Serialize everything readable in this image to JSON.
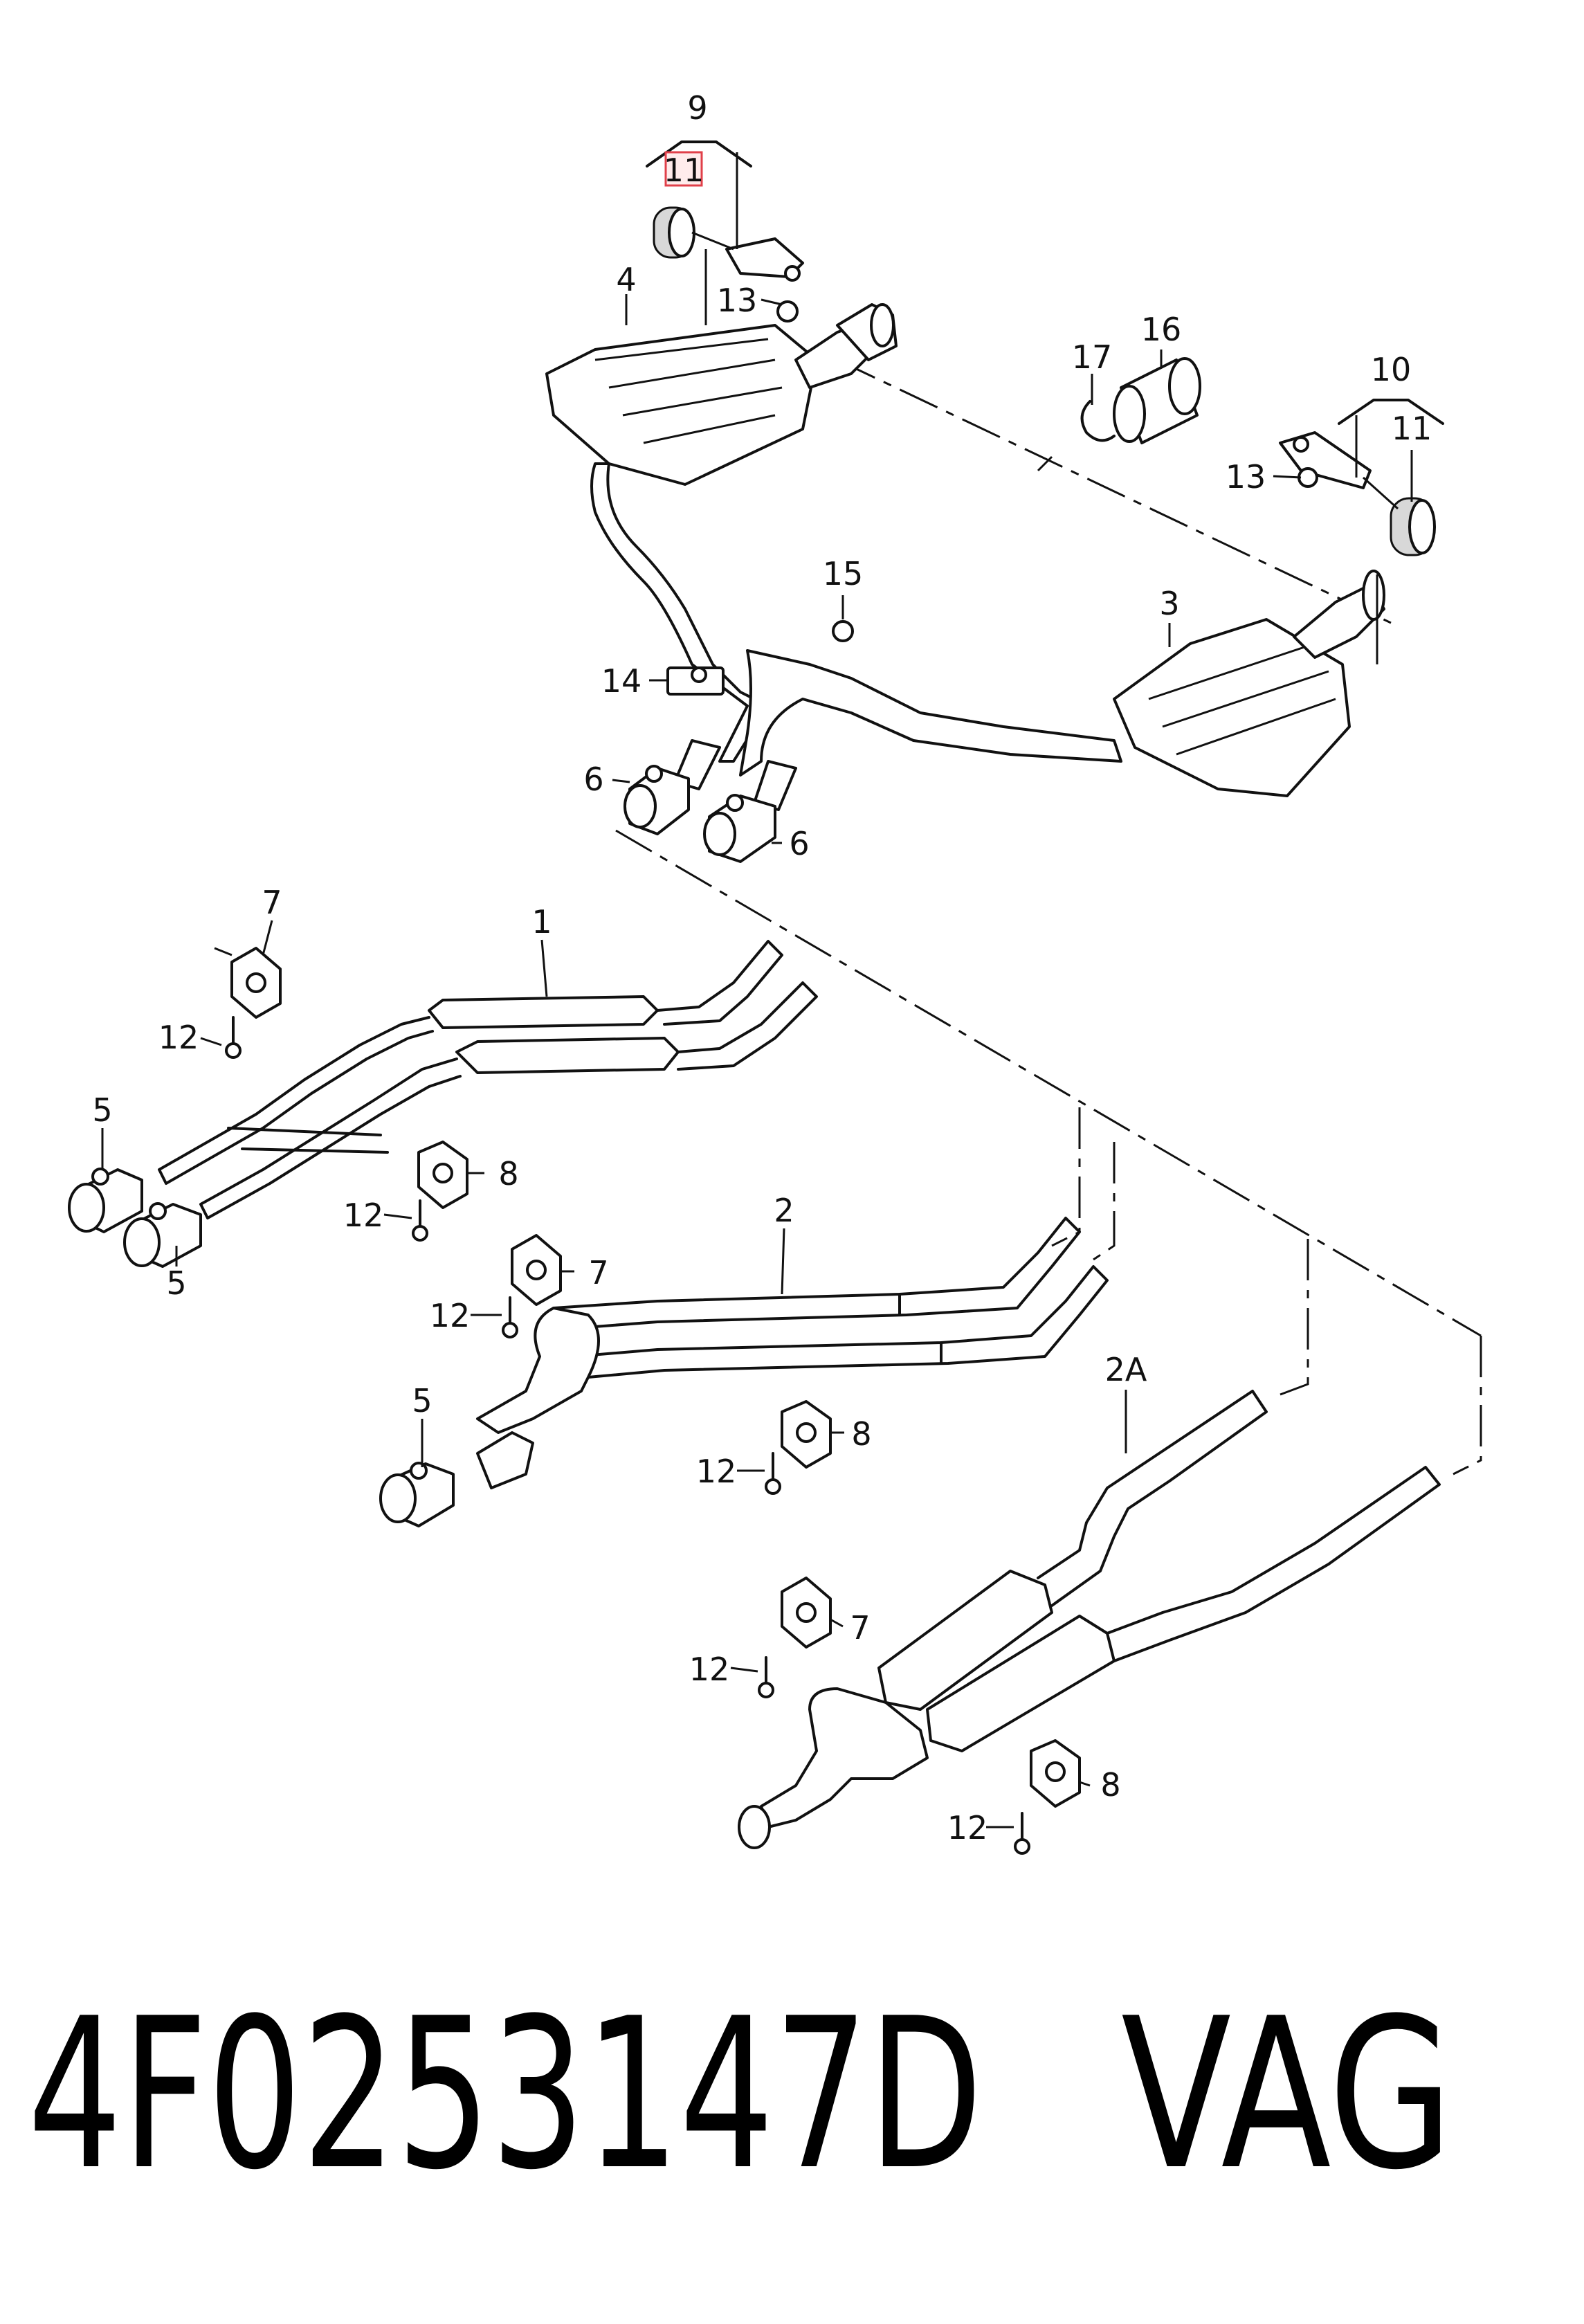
{
  "diagram": {
    "callouts": [
      {
        "id": "c9",
        "text": "9"
      },
      {
        "id": "c11a",
        "text": "11"
      },
      {
        "id": "c4",
        "text": "4"
      },
      {
        "id": "c13a",
        "text": "13"
      },
      {
        "id": "c16",
        "text": "16"
      },
      {
        "id": "c17",
        "text": "17"
      },
      {
        "id": "c10",
        "text": "10"
      },
      {
        "id": "c11b",
        "text": "11"
      },
      {
        "id": "c13b",
        "text": "13"
      },
      {
        "id": "c15",
        "text": "15"
      },
      {
        "id": "c3",
        "text": "3"
      },
      {
        "id": "c14",
        "text": "14"
      },
      {
        "id": "c6a",
        "text": "6"
      },
      {
        "id": "c6b",
        "text": "6"
      },
      {
        "id": "c7a",
        "text": "7"
      },
      {
        "id": "c1",
        "text": "1"
      },
      {
        "id": "c12a",
        "text": "12"
      },
      {
        "id": "c5a",
        "text": "5"
      },
      {
        "id": "c8a",
        "text": "8"
      },
      {
        "id": "c12b",
        "text": "12"
      },
      {
        "id": "c5b",
        "text": "5"
      },
      {
        "id": "c2",
        "text": "2"
      },
      {
        "id": "c7b",
        "text": "7"
      },
      {
        "id": "c12c",
        "text": "12"
      },
      {
        "id": "c5c",
        "text": "5"
      },
      {
        "id": "c8b",
        "text": "8"
      },
      {
        "id": "c12d",
        "text": "12"
      },
      {
        "id": "c2A",
        "text": "2A"
      },
      {
        "id": "c7c",
        "text": "7"
      },
      {
        "id": "c12e",
        "text": "12"
      },
      {
        "id": "c8c",
        "text": "8"
      },
      {
        "id": "c12f",
        "text": "12"
      }
    ]
  },
  "footer": {
    "part_number": "4F0253147D",
    "brand": "VAG"
  },
  "colors": {
    "highlight_box": "#e0404a",
    "ink": "#111111"
  }
}
